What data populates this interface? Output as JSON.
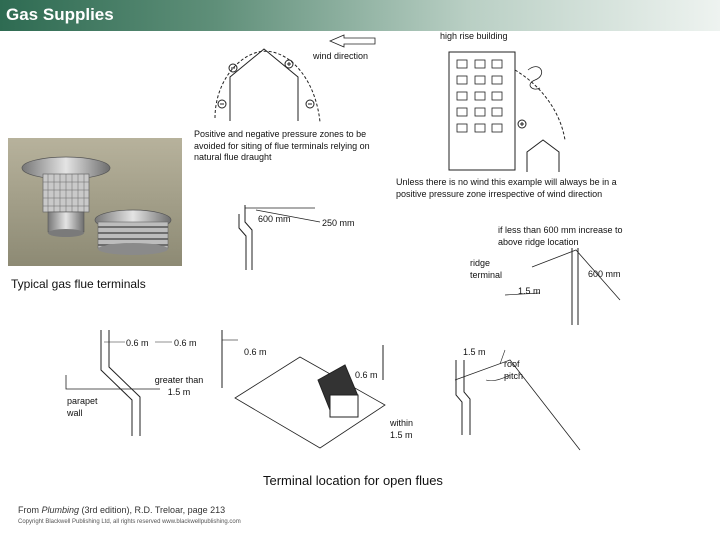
{
  "header": {
    "title": "Gas Supplies"
  },
  "top_diagram": {
    "high_rise": "high rise building",
    "wind_direction": "wind direction",
    "pressure_note": "Positive and negative pressure zones to be avoided for siting of flue terminals relying on natural flue draught",
    "unless_note": "Unless there is no wind this example will always be in a positive pressure zone irrespective of wind direction"
  },
  "terminals": {
    "d600": "600 mm",
    "d250": "250 mm",
    "if_less_note": "if less than 600 mm increase to above ridge location",
    "ridge_terminal": "ridge terminal",
    "d600_ridge": "600 mm",
    "d1_5_ridge": "1.5 m"
  },
  "photo_caption": "Typical gas flue terminals",
  "lower": {
    "p0_6_left": "0.6 m",
    "p0_6_right": "0.6 m",
    "parapet_wall": "parapet wall",
    "greater_than": "greater than 1.5 m",
    "r0_6_a": "0.6 m",
    "r0_6_b": "0.6 m",
    "r1_5": "1.5 m",
    "roof_pitch": "roof pitch",
    "within": "within 1.5 m"
  },
  "main_caption": "Terminal location for open flues",
  "source_prefix": "From ",
  "source_title": "Plumbing",
  "source_suffix": " (3rd edition), R.D. Treloar, page 213",
  "copyright": "Copyright Blackwell Publishing Ltd, all rights reserved www.blackwellpublishing.com",
  "icons": [
    "wind-arrow-icon",
    "positive-pressure-icon",
    "negative-pressure-icon"
  ]
}
